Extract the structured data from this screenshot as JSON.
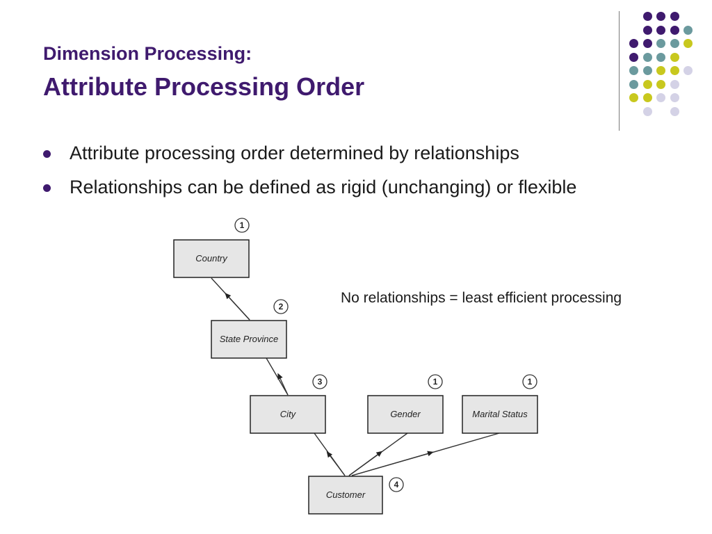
{
  "slide": {
    "title_line1": "Dimension Processing:",
    "title_line2": "Attribute Processing Order",
    "bullets": [
      "Attribute processing order determined by relationships",
      "Relationships can be defined as rigid (unchanging) or flexible"
    ],
    "note": "No relationships = least efficient processing"
  },
  "colors": {
    "title": "#3f1a6e",
    "dot_purple": "#3f1a6e",
    "dot_teal": "#6b9a9e",
    "dot_yellow": "#c8c81e",
    "dot_lavender": "#d4d2e6",
    "node_fill": "#e6e6e6"
  },
  "diagram": {
    "nodes": {
      "country": {
        "label": "Country",
        "order": "1"
      },
      "state_province": {
        "label": "State Province",
        "order": "2"
      },
      "city": {
        "label": "City",
        "order": "3"
      },
      "gender": {
        "label": "Gender",
        "order": "1"
      },
      "marital_status": {
        "label": "Marital Status",
        "order": "1"
      },
      "customer": {
        "label": "Customer",
        "order": "4"
      }
    }
  }
}
